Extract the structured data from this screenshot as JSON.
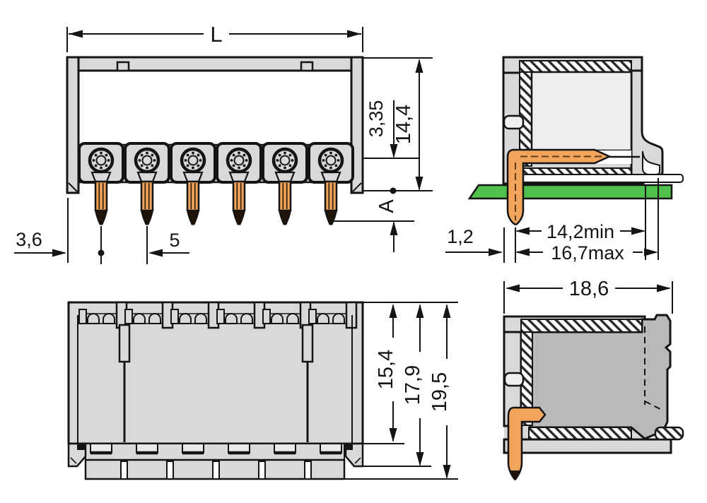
{
  "drawing": {
    "component": "6-pole angled PCB header connector, four-view dimensioned technical drawing",
    "pole_count": 6,
    "colors": {
      "housing": "#d9d9d9",
      "housing_dark": "#b9b9b9",
      "cavity": "#ededed",
      "pin": "#f1a45c",
      "pin_tip": "#201409",
      "pcb": "#4fc04c",
      "outline": "#141414"
    },
    "views": {
      "front": {
        "dims": {
          "overall_width": "L",
          "edge_to_first_pin": "3,6",
          "pin_pitch": "5",
          "contact_axis_offset": "3,35",
          "height_over_axis": "14,4",
          "pin_length": "A"
        }
      },
      "side": {
        "dims": {
          "pin_thickness": "1,2",
          "depth_min": "14,2min",
          "depth_max": "16,7max"
        }
      },
      "bottom_front": {
        "dims": {
          "housing_height": "15,4",
          "latch_height": "17,9",
          "overall_height": "19,5"
        }
      },
      "bottom_side": {
        "dims": {
          "overall_depth": "18,6"
        }
      }
    }
  }
}
